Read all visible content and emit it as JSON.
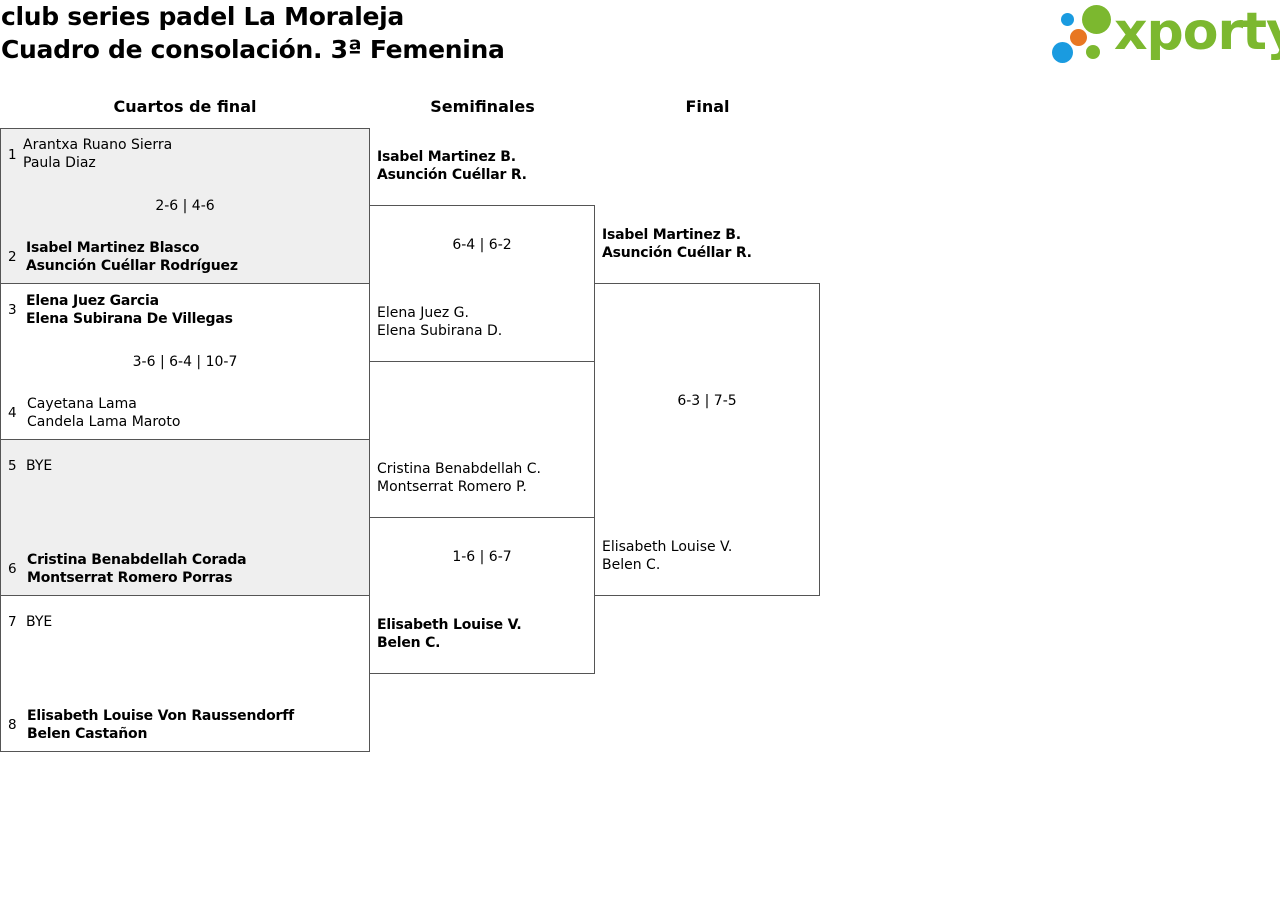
{
  "header": {
    "title_line1": "club series padel La Moraleja",
    "title_line2": "Cuadro de consolación. 3ª Femenina"
  },
  "logo": {
    "text": "xporty",
    "colors": {
      "green": "#7cb82f",
      "blue": "#1a9be0",
      "orange": "#e87722"
    }
  },
  "rounds": {
    "quarterfinals": "Cuartos de final",
    "semifinals": "Semifinales",
    "final": "Final"
  },
  "quarterfinals": [
    {
      "score": "2-6 | 4-6",
      "top": {
        "seed": "1",
        "line1": "Arantxa Ruano Sierra",
        "line2": "Paula Diaz",
        "winner": false
      },
      "bottom": {
        "seed": "2",
        "line1": "Isabel Martinez Blasco",
        "line2": "Asunción Cuéllar Rodríguez",
        "winner": true
      }
    },
    {
      "score": "3-6 | 6-4 | 10-7",
      "top": {
        "seed": "3",
        "line1": "Elena Juez Garcia",
        "line2": "Elena Subirana De Villegas",
        "winner": true
      },
      "bottom": {
        "seed": "4",
        "line1": "Cayetana Lama",
        "line2": "Candela Lama Maroto",
        "winner": false
      }
    },
    {
      "score": "",
      "top": {
        "seed": "5",
        "line1": "BYE",
        "line2": "",
        "winner": false
      },
      "bottom": {
        "seed": "6",
        "line1": "Cristina Benabdellah Corada",
        "line2": "Montserrat Romero Porras",
        "winner": true
      }
    },
    {
      "score": "",
      "top": {
        "seed": "7",
        "line1": "BYE",
        "line2": "",
        "winner": false
      },
      "bottom": {
        "seed": "8",
        "line1": "Elisabeth Louise Von Raussendorff",
        "line2": "Belen Castañon",
        "winner": true
      }
    }
  ],
  "semifinals": [
    {
      "score": "6-4 | 6-2",
      "top": {
        "line1": "Isabel Martinez B.",
        "line2": "Asunción Cuéllar R.",
        "winner": true
      },
      "bottom": {
        "line1": "Elena Juez G.",
        "line2": "Elena Subirana D.",
        "winner": false
      }
    },
    {
      "score": "1-6 | 6-7",
      "top": {
        "line1": "Cristina Benabdellah C.",
        "line2": "Montserrat Romero P.",
        "winner": false
      },
      "bottom": {
        "line1": "Elisabeth Louise V.",
        "line2": "Belen C.",
        "winner": true
      }
    }
  ],
  "final": {
    "score": "6-3 | 7-5",
    "top": {
      "line1": "Isabel Martinez B.",
      "line2": "Asunción Cuéllar R.",
      "winner": true
    },
    "bottom": {
      "line1": "Elisabeth Louise V.",
      "line2": "Belen C.",
      "winner": false
    }
  }
}
